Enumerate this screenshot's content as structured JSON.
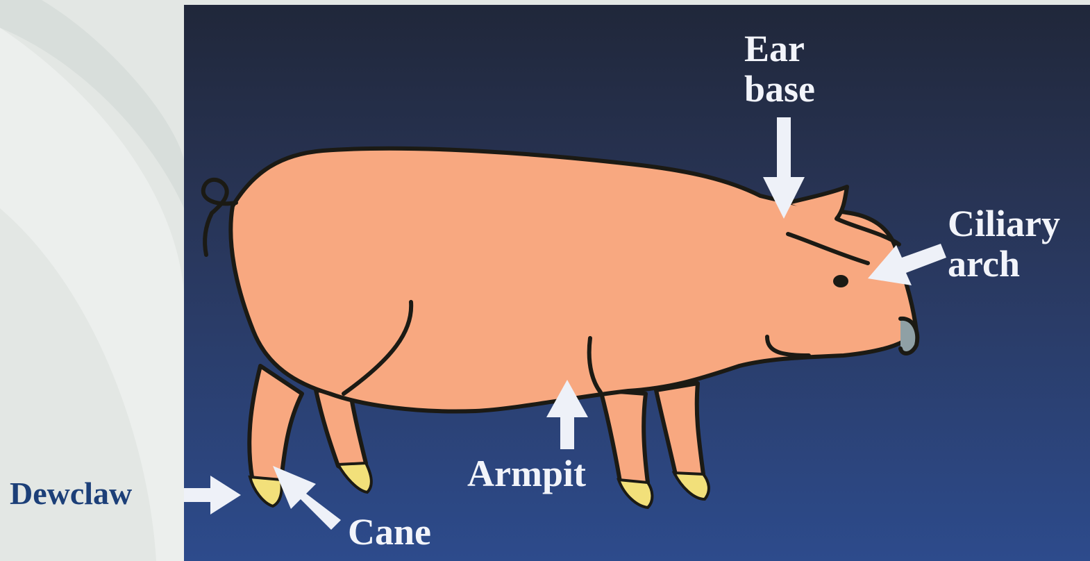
{
  "labels": {
    "ear_base_line1": "Ear",
    "ear_base_line2": "base",
    "ciliary_arch_line1": "Ciliary",
    "ciliary_arch_line2": "arch",
    "armpit": "Armpit",
    "cane": "Cane",
    "dewclaw": "Dewclaw"
  },
  "colors": {
    "panel_top": "#22293a",
    "panel_bottom": "#2c4a8a",
    "pig_body": "#f8a880",
    "pig_outline": "#1b1a14",
    "hoof": "#f2e07a",
    "arrow": "#eef1f8",
    "label_text": "#f2f4fa",
    "outside_label": "#1c3f78",
    "slide_bg": "#e3e7e4"
  }
}
